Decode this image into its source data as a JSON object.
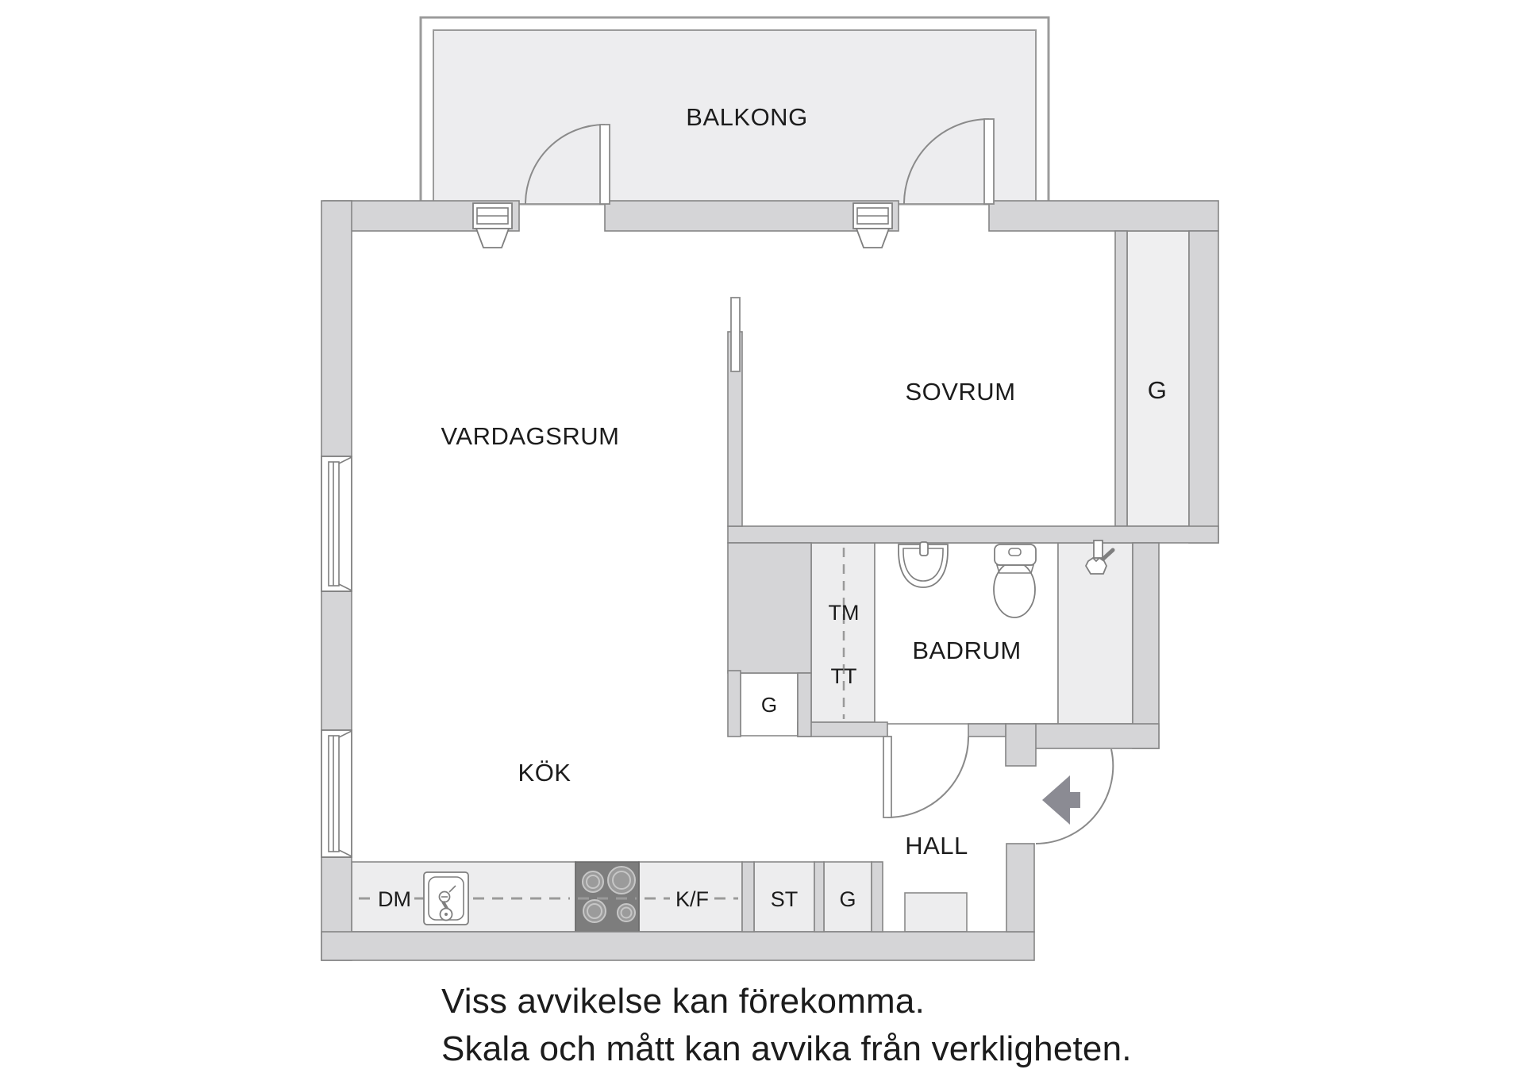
{
  "plan_title": "apartment-floorplan",
  "rooms": {
    "balcony": "BALKONG",
    "living_room": "VARDAGSRUM",
    "bedroom": "SOVRUM",
    "kitchen": "KÖK",
    "bathroom": "BADRUM",
    "hall": "HALL"
  },
  "storage": {
    "wardrobe_right_wing": "G",
    "wardrobe_bathroom": "G",
    "wardrobe_hall": "G",
    "cleaning_closet": "ST",
    "washing_machine": "TM",
    "tumble_dryer": "TT"
  },
  "kitchen_units": {
    "dishwasher": "DM",
    "fridge_freezer": "K/F"
  },
  "disclaimer": {
    "line1": "Viss avvikelse kan förekomma.",
    "line2": "Skala och mått kan avvika från verkligheten."
  },
  "icons": {
    "entry_arrow": "entrance-direction-arrow",
    "stove": "four-burner-stove",
    "sink_kitchen": "kitchen-sink",
    "sink_bathroom": "washbasin",
    "toilet": "toilet",
    "shower_mixer": "shower-mixer",
    "radiators": "window-sill-radiator"
  },
  "colors": {
    "wall_fill": "#d5d5d7",
    "wall_stroke": "#858585",
    "light_area_fill": "#ededee",
    "balcony_fill": "#ededef",
    "stove_fill": "#7d7d7d",
    "burner_fill": "#9b9b9b",
    "arrow_fill": "#8b8b93",
    "text_color": "#1c1c1c",
    "floor_fill": "#ffffff"
  }
}
